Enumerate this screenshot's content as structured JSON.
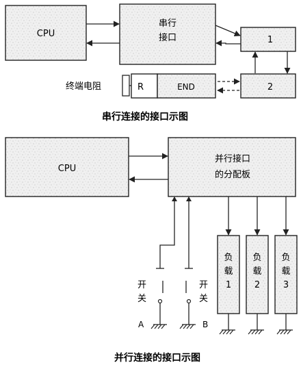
{
  "serial": {
    "cpu_label": "CPU",
    "interface_label_line1": "串行",
    "interface_label_line2": "接口",
    "device1_label": "1",
    "device2_label": "2",
    "terminator_label": "终端电阻",
    "resistor_label": "R",
    "end_label": "END",
    "caption": "串行连接的接口示图"
  },
  "parallel": {
    "cpu_label": "CPU",
    "board_label_line1": "并行接口",
    "board_label_line2": "的分配板",
    "switch_a_label": [
      "开",
      "关"
    ],
    "switch_b_label": [
      "开",
      "关"
    ],
    "ground_a_label": "A",
    "ground_b_label": "B",
    "loads": [
      {
        "line1": "负",
        "line2": "载",
        "line3": "1"
      },
      {
        "line1": "负",
        "line2": "载",
        "line3": "2"
      },
      {
        "line1": "负",
        "line2": "载",
        "line3": "3"
      }
    ],
    "caption": "并行连接的接口示图"
  }
}
